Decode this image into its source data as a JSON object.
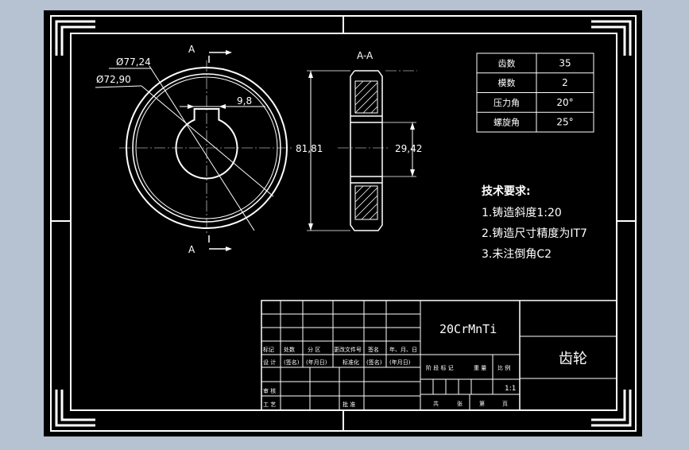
{
  "colors": {
    "background": "#b6c2d2",
    "paper": "#000000",
    "lines": "#ffffff"
  },
  "section_labels": {
    "top_a": "A",
    "bottom_a": "A",
    "section_view": "A-A"
  },
  "dimensions": {
    "outer_dia": "Ø77,24",
    "root_dia": "Ø72,90",
    "keyway": "9,8",
    "height": "81,81",
    "width": "29,42"
  },
  "params_table": [
    {
      "name": "齿数",
      "value": "35"
    },
    {
      "name": "模数",
      "value": "2"
    },
    {
      "name": "压力角",
      "value": "20°"
    },
    {
      "name": "螺旋角",
      "value": "25°"
    }
  ],
  "tech_requirements": {
    "title": "技术要求:",
    "items": [
      "1.铸造斜度1:20",
      "2.铸造尺寸精度为IT7",
      "3.未注倒角C2"
    ]
  },
  "title_block": {
    "material": "20CrMnTi",
    "part_name": "齿轮",
    "scale": "1:1",
    "header_row": [
      "标记",
      "处数",
      "分 区",
      "更改文件号",
      "签名",
      "年、月、日"
    ],
    "design_row": [
      "设 计",
      "(签名)",
      "(年月日)",
      "标准化",
      "(签名)",
      "(年月日)"
    ],
    "stage_labels": [
      "阶 段 标 记",
      "重 量",
      "比 例"
    ],
    "audit": "审 核",
    "process": "工 艺",
    "approve": "批 准",
    "sheets": [
      "共",
      "张",
      "第",
      "页"
    ]
  }
}
